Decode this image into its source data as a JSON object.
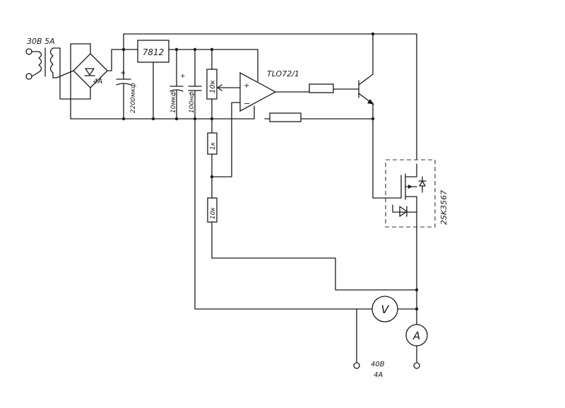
{
  "labels": {
    "transformer": "30В 5А",
    "fuse": "4А",
    "regulator": "7812",
    "cap_big": "2200мкф",
    "cap_small1": "10мкф",
    "cap_small2": "100нф",
    "pot": "10к",
    "opamp": "TLO72/1",
    "r_1k": "1к",
    "r_10k": "10к",
    "mosfet": "2SK3567",
    "output": "40В",
    "output_current": "4А",
    "voltmeter": "V",
    "ammeter": "A",
    "plus": "+",
    "minus": "−"
  },
  "colors": {
    "ink": "#1a1a1a",
    "paper": "#ffffff"
  }
}
